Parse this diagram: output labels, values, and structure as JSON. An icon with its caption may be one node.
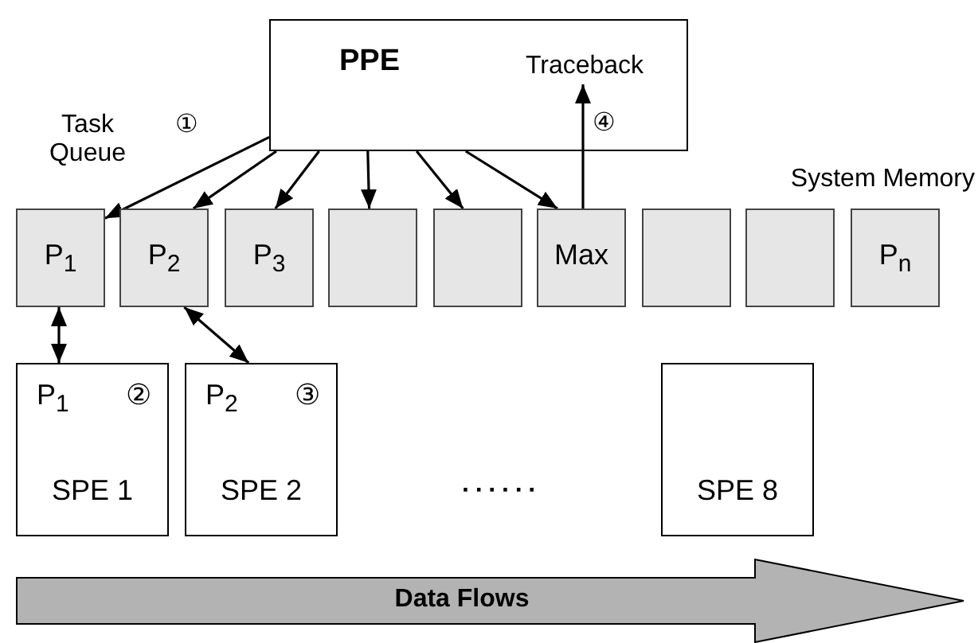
{
  "diagram": {
    "nodes": [
      {
        "text": [
          "PPE"
        ]
      },
      {
        "text": [
          "Traceback"
        ],
        "in": 0
      },
      {
        "text": [
          "P$_{1}$"
        ]
      },
      {
        "text": [
          "P$_{2}$"
        ]
      },
      {
        "text": [
          "P$_{3}$"
        ]
      },
      {
        "text": [],
        "shape": "box"
      },
      {
        "text": [],
        "shape": "box"
      },
      {
        "text": [
          "Max"
        ]
      },
      {
        "text": [],
        "shape": "box"
      },
      {
        "text": [],
        "shape": "box"
      },
      {
        "text": [
          "P$_{n}$"
        ]
      },
      {
        "text": [
          "P$_{1}$",
          "②",
          "SPE 1"
        ]
      },
      {
        "text": [
          "P$_{2}$",
          "③",
          "SPE 2"
        ]
      },
      {
        "text": [
          "SPE 8"
        ]
      },
      {
        "text": [
          "Data Flows"
        ]
      }
    ],
    "edges": [
      {
        "from": 0,
        "to": 2,
        "arrow": "to"
      },
      {
        "from": 0,
        "to": 3,
        "arrow": "to"
      },
      {
        "from": 0,
        "to": 4,
        "arrow": "to"
      },
      {
        "from": 0,
        "to": 5,
        "arrow": "to"
      },
      {
        "from": 0,
        "to": 6,
        "arrow": "to"
      },
      {
        "from": 0,
        "to": 7,
        "arrow": "to"
      },
      {
        "from": 7,
        "to": 1,
        "arrow": "to"
      },
      {
        "from": 2,
        "to": 11,
        "arrow": "both"
      },
      {
        "from": 3,
        "to": 12,
        "arrow": "both"
      }
    ],
    "labels": [
      "Task Queue",
      "①",
      "④",
      "System Memory",
      "······"
    ]
  }
}
